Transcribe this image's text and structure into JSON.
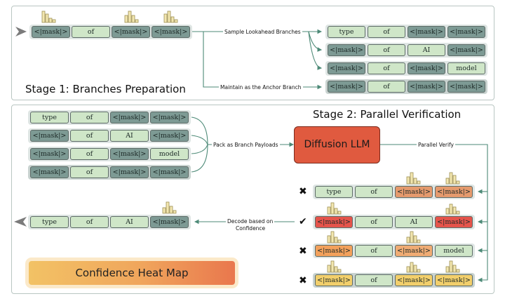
{
  "stage1": {
    "title": "Stage 1: Branches Preparation",
    "input": [
      "<|mask|>",
      "of",
      "<|mask|>",
      "<|mask|>"
    ],
    "label_sample": "Sample Lookahead Branches",
    "label_anchor": "Maintain as the Anchor Branch",
    "branches": [
      [
        "type",
        "of",
        "<|mask|>",
        "<|mask|>"
      ],
      [
        "<|mask|>",
        "of",
        "AI",
        "<|mask|>"
      ],
      [
        "<|mask|>",
        "of",
        "<|mask|>",
        "model"
      ],
      [
        "<|mask|>",
        "of",
        "<|mask|>",
        "<|mask|>"
      ]
    ]
  },
  "stage2": {
    "title": "Stage 2: Parallel Verification",
    "branches": [
      [
        "type",
        "of",
        "<|mask|>",
        "<|mask|>"
      ],
      [
        "<|mask|>",
        "of",
        "AI",
        "<|mask|>"
      ],
      [
        "<|mask|>",
        "of",
        "<|mask|>",
        "model"
      ],
      [
        "<|mask|>",
        "of",
        "<|mask|>",
        "<|mask|>"
      ]
    ],
    "label_pack": "Pack as Branch Payloads",
    "llm": "Diffusion LLM",
    "label_verify": "Parallel Verify",
    "label_decode_1": "Decode based on",
    "label_decode_2": "Confidence",
    "output": [
      "type",
      "of",
      "AI",
      "<|mask|>"
    ],
    "results": [
      {
        "mark": "✖",
        "tokens": [
          "type",
          "of",
          "<|mask|>",
          "<|mask|>"
        ]
      },
      {
        "mark": "✔",
        "tokens": [
          "<|mask|>",
          "of",
          "AI",
          "<|mask|>"
        ]
      },
      {
        "mark": "✖",
        "tokens": [
          "<|mask|>",
          "of",
          "<|mask|>",
          "model"
        ]
      },
      {
        "mark": "✖",
        "tokens": [
          "<|mask|>",
          "of",
          "<|mask|>",
          "<|mask|>"
        ]
      }
    ],
    "heatmap": "Confidence Heat Map"
  }
}
